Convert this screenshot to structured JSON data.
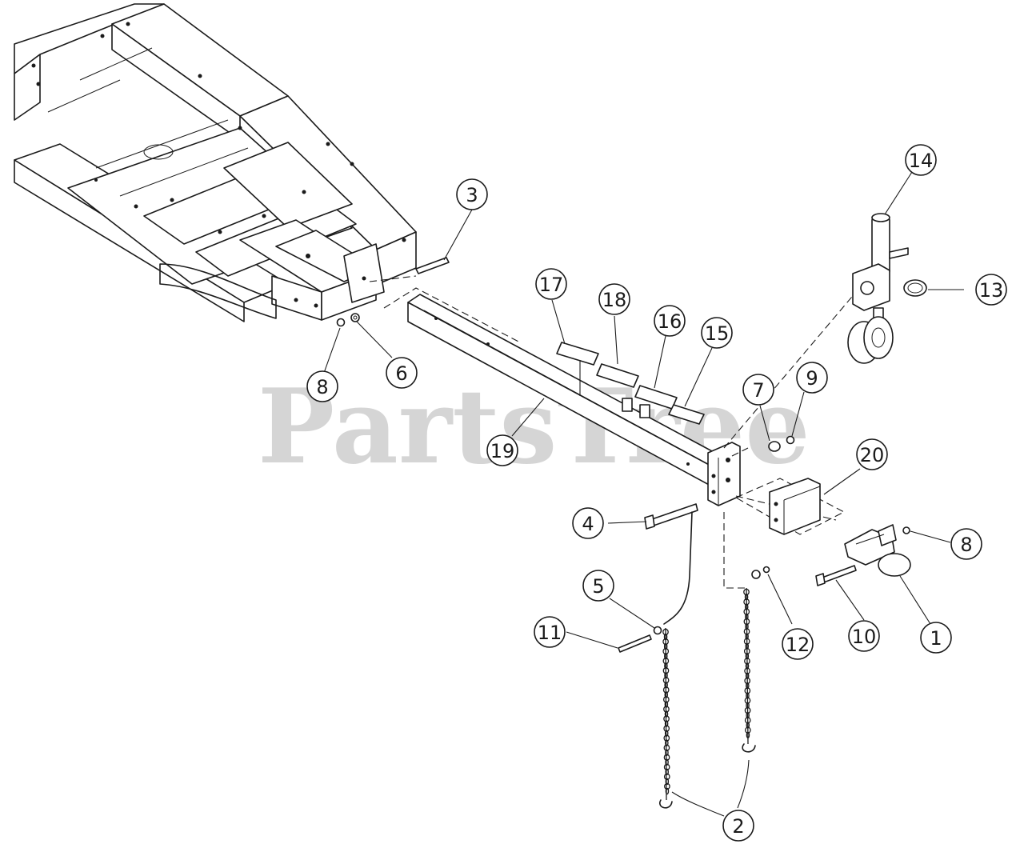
{
  "watermark": "PartsTree",
  "callouts": [
    "1",
    "2",
    "2",
    "3",
    "4",
    "5",
    "6",
    "7",
    "8",
    "8",
    "9",
    "10",
    "11",
    "12",
    "13",
    "14",
    "15",
    "16",
    "17",
    "18",
    "19",
    "20"
  ]
}
